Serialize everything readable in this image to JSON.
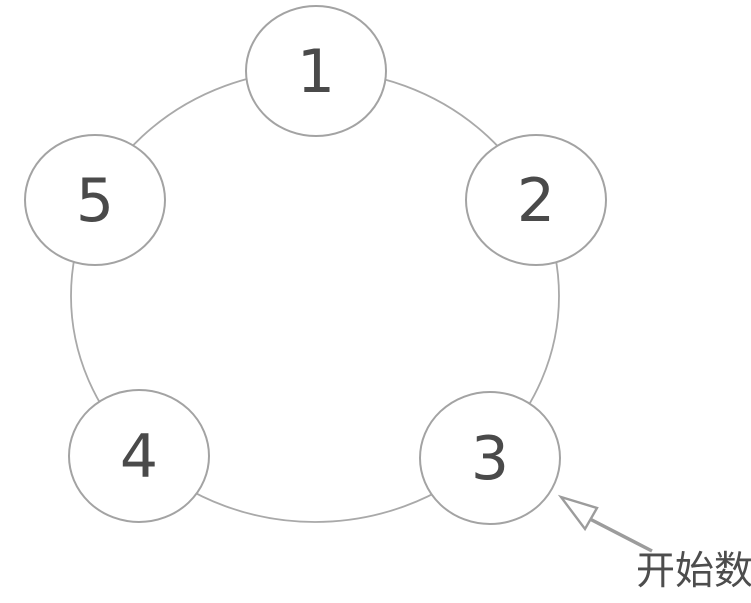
{
  "diagram": {
    "type": "ring-of-nodes",
    "description": "Five numbered circles arranged in a ring; an arrow marks the starting node",
    "nodes": [
      {
        "id": "1",
        "label": "1"
      },
      {
        "id": "2",
        "label": "2"
      },
      {
        "id": "3",
        "label": "3"
      },
      {
        "id": "4",
        "label": "4"
      },
      {
        "id": "5",
        "label": "5"
      }
    ],
    "annotation": {
      "label": "开始数",
      "points_to_node": "3"
    },
    "colors": {
      "background": "#ffffff",
      "node_fill": "#ffffff",
      "node_stroke": "#a3a3a3",
      "ring_stroke": "#a9a9a9",
      "number_color": "#4a4a4a",
      "arrow_color": "#9c9c9c",
      "label_color": "#4d4d4d"
    }
  }
}
